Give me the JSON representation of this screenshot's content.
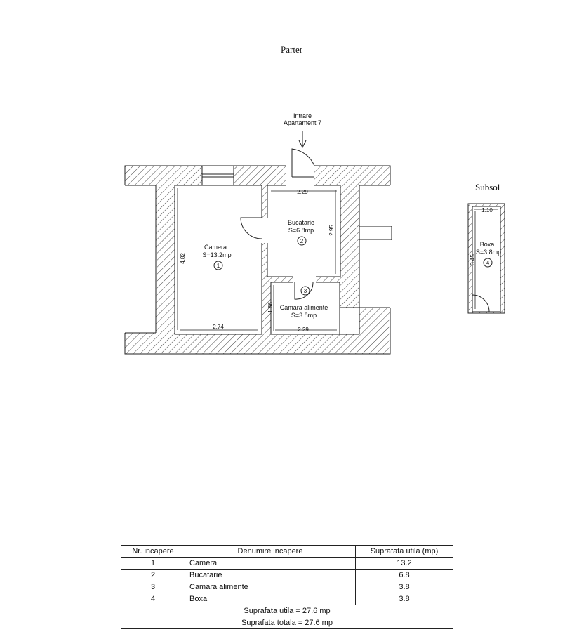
{
  "titles": {
    "ground_floor": "Parter",
    "basement": "Subsol"
  },
  "entrance": {
    "line1": "Intrare",
    "line2": "Apartament 7"
  },
  "rooms": [
    {
      "name": "Camera",
      "area": "S=13.2mp",
      "number": "1"
    },
    {
      "name": "Bucatarie",
      "area": "S=6.8mp",
      "number": "2"
    },
    {
      "name": "Camara alimente",
      "area": "S=3.8mp",
      "number": "3"
    },
    {
      "name": "Boxa",
      "area": "S=3.8mp",
      "number": "4"
    }
  ],
  "dimensions": {
    "camera_height": "4.82",
    "camera_width": "2.74",
    "bucatarie_width": "2.29",
    "bucatarie_height": "2.95",
    "camara_height": "1.66",
    "camara_width": "2.29",
    "boxa_width": "1.10",
    "boxa_height": "3.45"
  },
  "table": {
    "headers": [
      "Nr. incapere",
      "Denumire incapere",
      "Suprafata utila (mp)"
    ],
    "rows": [
      [
        "1",
        "Camera",
        "13.2"
      ],
      [
        "2",
        "Bucatarie",
        "6.8"
      ],
      [
        "3",
        "Camara alimente",
        "3.8"
      ],
      [
        "4",
        "Boxa",
        "3.8"
      ]
    ],
    "total_usable": "Suprafata utila = 27.6 mp",
    "total_overall": "Suprafata totala = 27.6 mp"
  }
}
